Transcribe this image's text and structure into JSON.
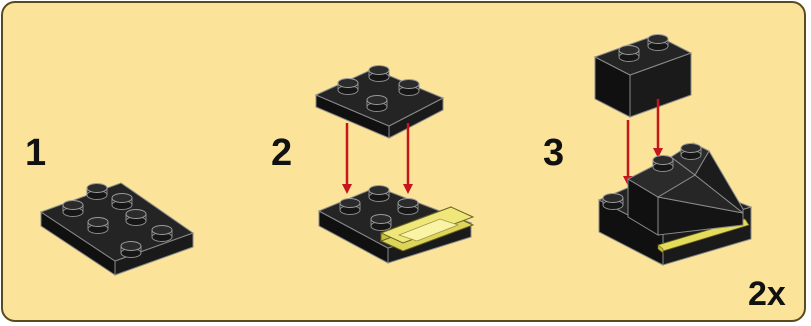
{
  "steps": [
    {
      "number": "1"
    },
    {
      "number": "2"
    },
    {
      "number": "3"
    }
  ],
  "multiplier": "2x",
  "colors": {
    "background": "#fbe49a",
    "border": "#5a4a20",
    "brick": "#1e1e1e",
    "brick_edge": "#8a8a8a",
    "transparent_yellow": "#ece36a",
    "arrow": "#c4161c"
  }
}
